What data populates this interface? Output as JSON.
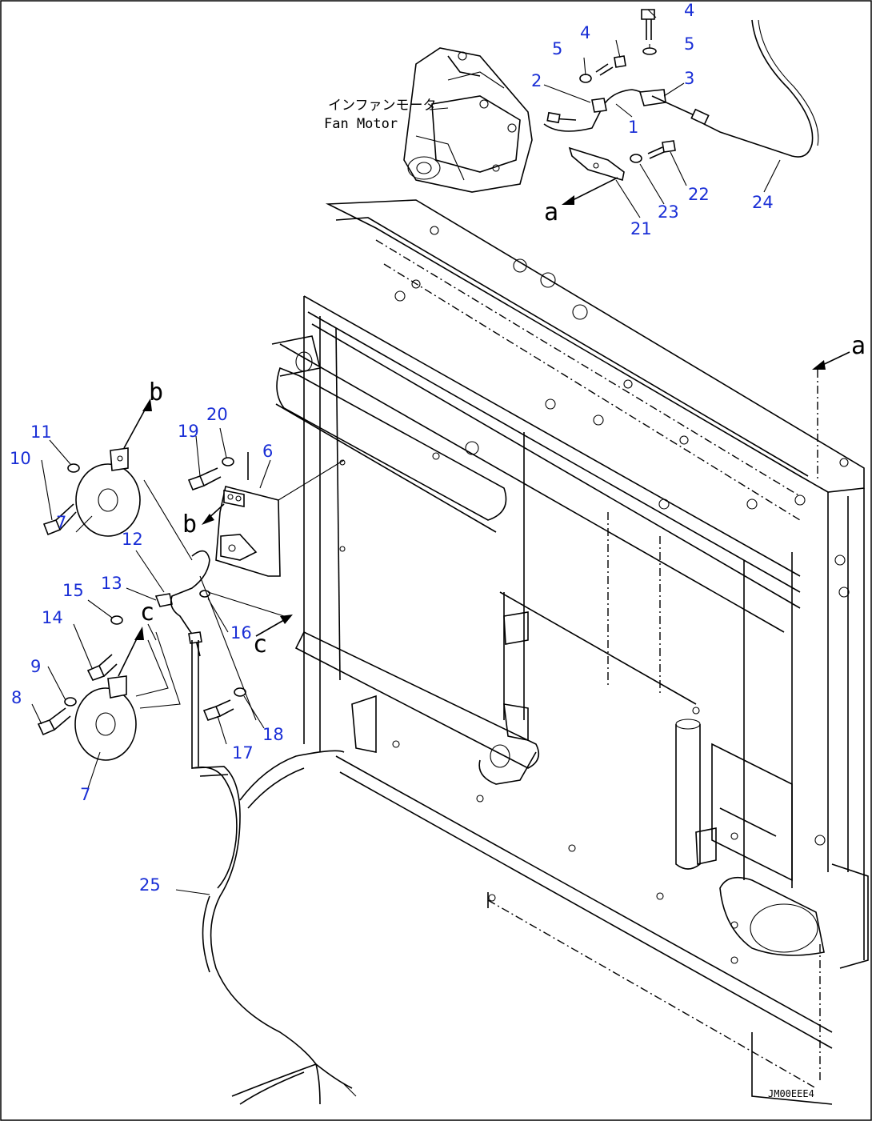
{
  "fan_motor_label": {
    "ja": "インファンモータ",
    "en": "Fan Motor"
  },
  "drawing_code": "JM00EEE4",
  "callouts": [
    {
      "key": "1",
      "text": "1"
    },
    {
      "key": "2",
      "text": "2"
    },
    {
      "key": "3",
      "text": "3"
    },
    {
      "key": "4a",
      "text": "4"
    },
    {
      "key": "4b",
      "text": "4"
    },
    {
      "key": "5a",
      "text": "5"
    },
    {
      "key": "5b",
      "text": "5"
    },
    {
      "key": "6",
      "text": "6"
    },
    {
      "key": "7a",
      "text": "7"
    },
    {
      "key": "7b",
      "text": "7"
    },
    {
      "key": "8",
      "text": "8"
    },
    {
      "key": "9",
      "text": "9"
    },
    {
      "key": "10",
      "text": "10"
    },
    {
      "key": "11",
      "text": "11"
    },
    {
      "key": "12",
      "text": "12"
    },
    {
      "key": "13",
      "text": "13"
    },
    {
      "key": "14",
      "text": "14"
    },
    {
      "key": "15",
      "text": "15"
    },
    {
      "key": "16",
      "text": "16"
    },
    {
      "key": "17",
      "text": "17"
    },
    {
      "key": "18",
      "text": "18"
    },
    {
      "key": "19",
      "text": "19"
    },
    {
      "key": "20",
      "text": "20"
    },
    {
      "key": "21",
      "text": "21"
    },
    {
      "key": "22",
      "text": "22"
    },
    {
      "key": "23",
      "text": "23"
    },
    {
      "key": "24",
      "text": "24"
    },
    {
      "key": "25",
      "text": "25"
    }
  ],
  "references": [
    {
      "key": "a1",
      "text": "a"
    },
    {
      "key": "a2",
      "text": "a"
    },
    {
      "key": "b1",
      "text": "b"
    },
    {
      "key": "b2",
      "text": "b"
    },
    {
      "key": "c1",
      "text": "c"
    },
    {
      "key": "c2",
      "text": "c"
    }
  ]
}
